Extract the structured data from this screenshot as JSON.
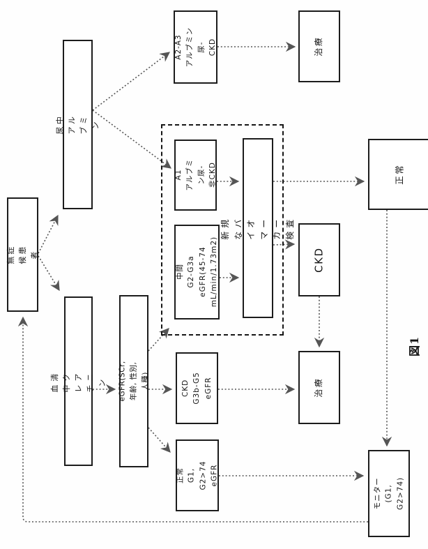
{
  "figure": {
    "label": "図1"
  },
  "nodes": {
    "asymptomatic": {
      "label": "無症候患者"
    },
    "urinary_albumin": {
      "label": "尿中アルブミン"
    },
    "a2_a3": {
      "label": "A2-A3\nアルブミン尿-\nCKD"
    },
    "treatment_top": {
      "label": "治療"
    },
    "a1": {
      "label": "A1\nアルブミン尿-\n非CKD"
    },
    "intermediate": {
      "label": "中間\nG2-G3a eGFR(45-74\nmL/min/1.73m2)"
    },
    "biomarker": {
      "label": "新規なバイオマーカー検査"
    },
    "normal_right": {
      "label": "正常"
    },
    "ckd": {
      "label": "CKD"
    },
    "serum_creatinine": {
      "label": "血清中クレアチニン"
    },
    "egfr": {
      "label": "eGFR(SCr, 年齢, 性別, 人種)"
    },
    "ckd_g3b_g5": {
      "label": "CKD\nG3b-G5 eGFR"
    },
    "treatment_mid": {
      "label": "治療"
    },
    "normal_g1": {
      "label": "正常\nG1, G2>74 eGFR"
    },
    "monitor": {
      "label": "モニター(G1,\nG2>74)"
    }
  },
  "colors": {
    "line": "#555555",
    "border": "#1c1c1c",
    "background": "#fefefe"
  }
}
